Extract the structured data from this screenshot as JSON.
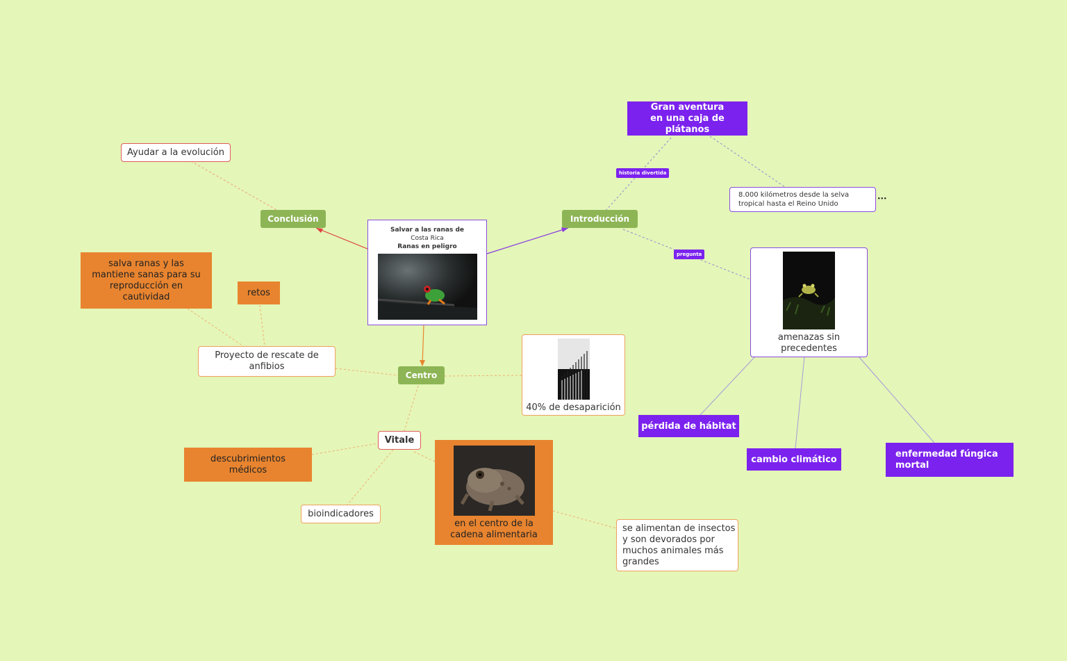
{
  "central": {
    "title_line1": "Salvar a las ranas de",
    "title_line2": "Costa Rica",
    "subtitle": "Ranas en peligro"
  },
  "branches": {
    "conclusion": "Conclusión",
    "introduccion": "Introducción",
    "centro": "Centro"
  },
  "conclusion": {
    "ayudar": "Ayudar a la evolución"
  },
  "introduccion": {
    "gran_line1": "Gran aventura",
    "gran_line2": "en una caja de plátanos",
    "tag_historia": "historia divertida",
    "km_line1": "8.000 kilómetros desde la selva",
    "km_line2": "tropical hasta el Reino Unido",
    "more": "•••",
    "tag_pregunta": "pregunta",
    "amenazas_line1": "amenazas sin",
    "amenazas_line2": "precedentes",
    "perdida": "pérdida de hábitat",
    "cambio": "cambio climático",
    "enfermedad_line1": "enfermedad fúngica",
    "enfermedad_line2": "mortal"
  },
  "centro": {
    "proyecto_line1": "Proyecto de rescate de",
    "proyecto_line2": "anfibios",
    "salva_lines": [
      "salva ranas y las",
      "mantiene sanas para su",
      "reproducción en",
      "cautividad"
    ],
    "retos": "retos",
    "desaparicion": "40% de desaparición",
    "vitale": "Vitale",
    "descubrimientos_line1": "descubrimientos",
    "descubrimientos_line2": "médicos",
    "bioindicadores": "bioindicadores",
    "cadena_line1": "en el centro de la",
    "cadena_line2": "cadena alimentaria",
    "alimentan_lines": [
      "se alimentan de insectos",
      "y son devorados por",
      "muchos animales más",
      "grandes"
    ]
  },
  "colors": {
    "background": "#e4f6b8",
    "branch_green": "#8db555",
    "purple": "#7b22ee",
    "orange": "#e8842f"
  }
}
